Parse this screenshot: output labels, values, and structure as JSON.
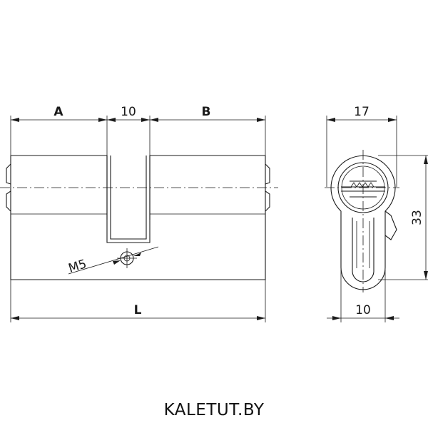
{
  "drawing": {
    "front_view": {
      "dim_a": "A",
      "dim_center": "10",
      "dim_b": "B",
      "dim_total": "L",
      "thread": "M5"
    },
    "side_view": {
      "dim_width": "17",
      "dim_height": "33",
      "dim_bottom": "10"
    }
  },
  "watermark": "KALETUT.BY"
}
